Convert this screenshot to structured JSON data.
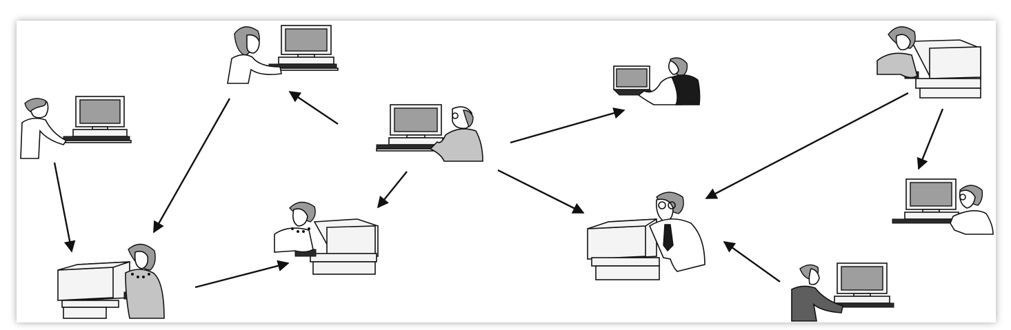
{
  "colors": {
    "background": "#ffffff",
    "ink": "#111111",
    "screen_gray": "#9e9e9e",
    "shirt_gray": "#bcbcbc",
    "dark_suit": "#5e5e5e",
    "vest_black": "#1a1a1a"
  },
  "nodes": [
    {
      "id": "n1",
      "figure": "man-at-desktop",
      "icon": "workstation-icon"
    },
    {
      "id": "n2",
      "figure": "woman-at-desktop",
      "icon": "workstation-icon"
    },
    {
      "id": "n3",
      "figure": "woman-at-tower-pc",
      "icon": "workstation-icon"
    },
    {
      "id": "n4",
      "figure": "woman-at-crt-pc",
      "icon": "workstation-icon"
    },
    {
      "id": "n5",
      "figure": "bald-man-at-desktop",
      "icon": "workstation-icon"
    },
    {
      "id": "n6",
      "figure": "man-at-laptop",
      "icon": "laptop-icon"
    },
    {
      "id": "n7",
      "figure": "man-with-tie-at-crt",
      "icon": "workstation-icon"
    },
    {
      "id": "n8",
      "figure": "woman-at-crt-pc",
      "icon": "workstation-icon"
    },
    {
      "id": "n9",
      "figure": "man-with-glasses",
      "icon": "workstation-icon"
    },
    {
      "id": "n10",
      "figure": "man-in-dark-suit",
      "icon": "workstation-icon"
    }
  ],
  "edges": [
    {
      "from": "n1",
      "to": "n3"
    },
    {
      "from": "n2",
      "to": "n3"
    },
    {
      "from": "n3",
      "to": "n4"
    },
    {
      "from": "n5",
      "to": "n2"
    },
    {
      "from": "n5",
      "to": "n4"
    },
    {
      "from": "n5",
      "to": "n6"
    },
    {
      "from": "n5",
      "to": "n7"
    },
    {
      "from": "n8",
      "to": "n7"
    },
    {
      "from": "n8",
      "to": "n9"
    },
    {
      "from": "n10",
      "to": "n7"
    }
  ]
}
